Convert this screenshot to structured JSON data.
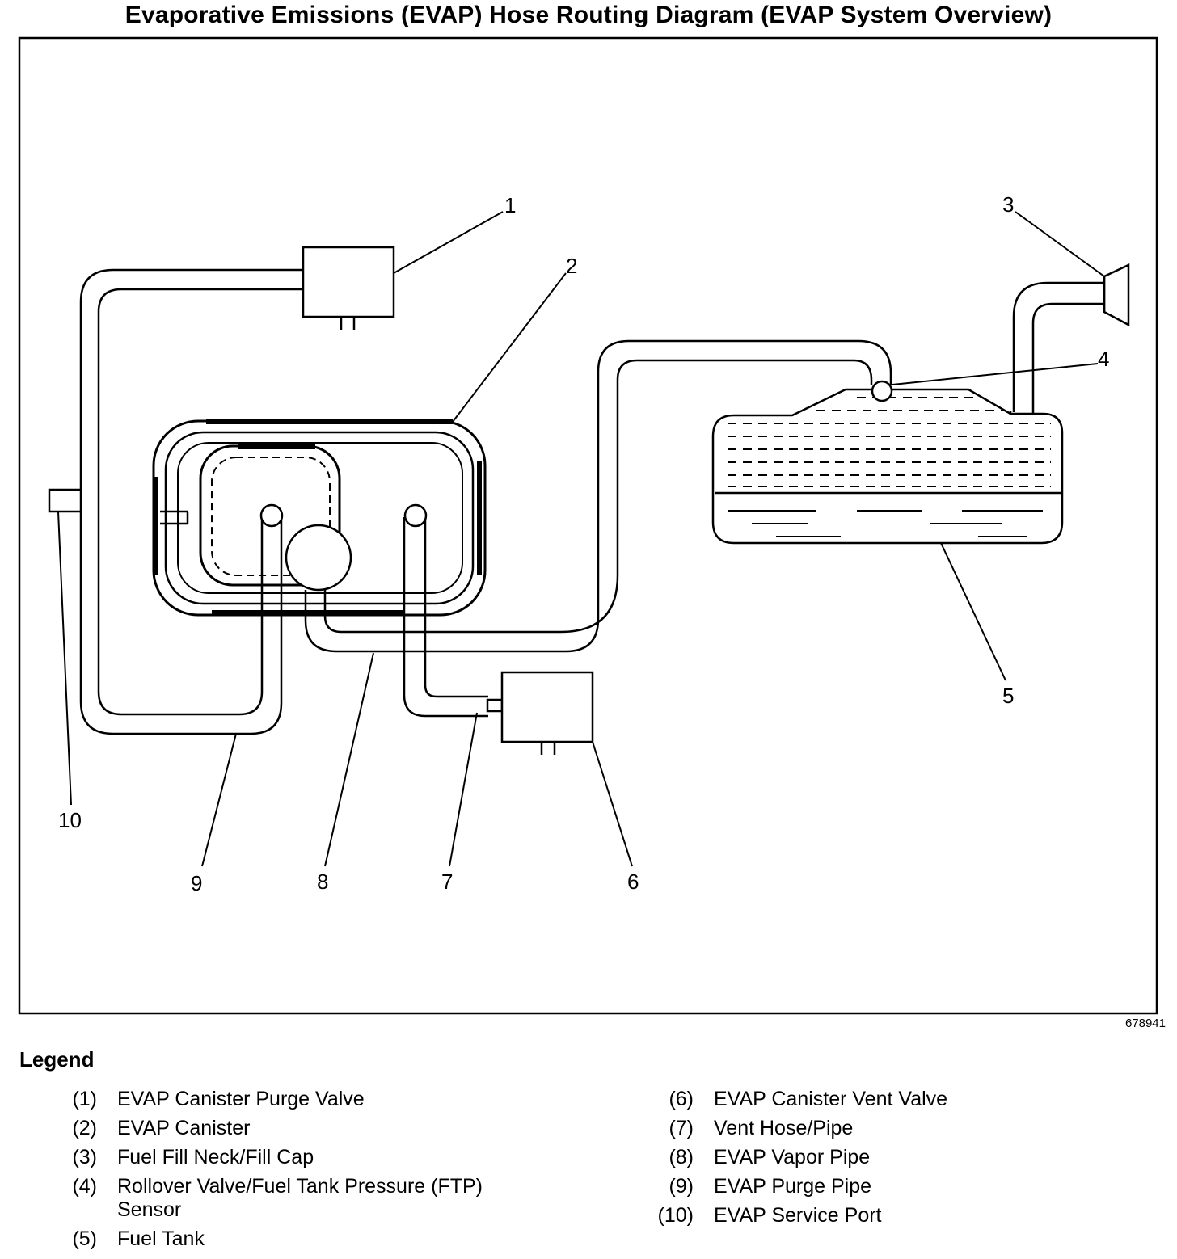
{
  "title": "Evaporative Emissions (EVAP) Hose Routing Diagram (EVAP System Overview)",
  "figure_id": "678941",
  "callouts": {
    "c1": "1",
    "c2": "2",
    "c3": "3",
    "c4": "4",
    "c5": "5",
    "c6": "6",
    "c7": "7",
    "c8": "8",
    "c9": "9",
    "c10": "10"
  },
  "legend": {
    "title": "Legend",
    "left": [
      {
        "num": "(1)",
        "text": "EVAP Canister Purge Valve"
      },
      {
        "num": "(2)",
        "text": "EVAP Canister"
      },
      {
        "num": "(3)",
        "text": "Fuel Fill Neck/Fill Cap"
      },
      {
        "num": "(4)",
        "text": "Rollover Valve/Fuel Tank Pressure (FTP) Sensor"
      },
      {
        "num": "(5)",
        "text": "Fuel Tank"
      }
    ],
    "right": [
      {
        "num": "(6)",
        "text": "EVAP Canister Vent Valve"
      },
      {
        "num": "(7)",
        "text": "Vent Hose/Pipe"
      },
      {
        "num": "(8)",
        "text": "EVAP Vapor Pipe"
      },
      {
        "num": "(9)",
        "text": "EVAP Purge Pipe"
      },
      {
        "num": "(10)",
        "text": "EVAP Service Port"
      }
    ]
  }
}
